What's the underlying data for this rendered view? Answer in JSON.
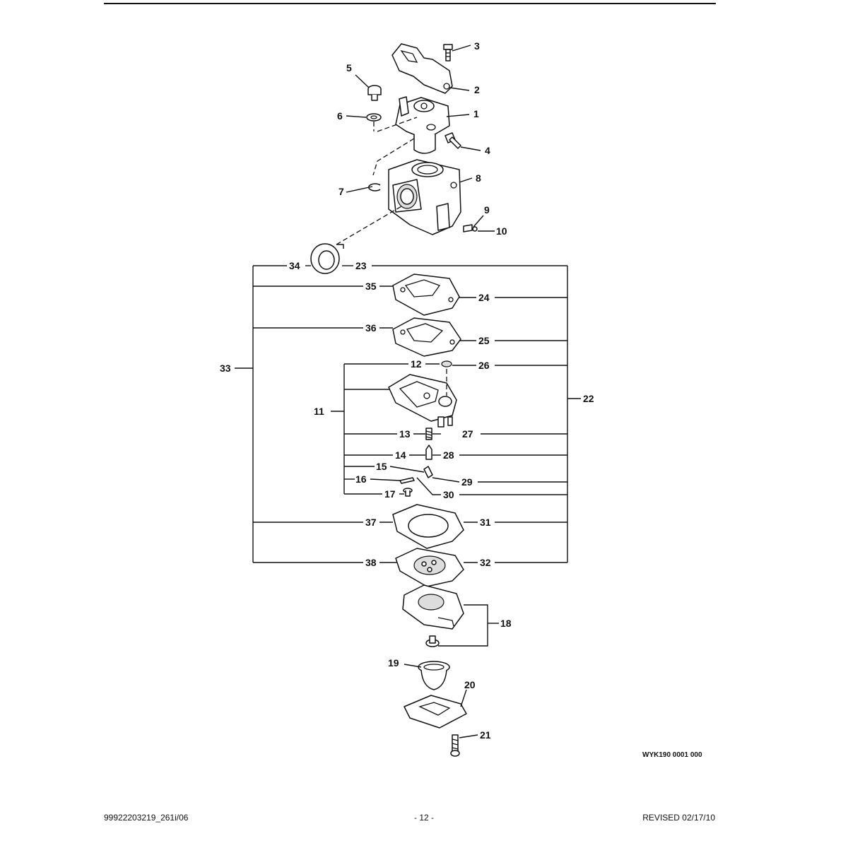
{
  "callouts": {
    "c1": "1",
    "c2": "2",
    "c3": "3",
    "c4": "4",
    "c5": "5",
    "c6": "6",
    "c7": "7",
    "c8": "8",
    "c9": "9",
    "c10": "10",
    "c11": "11",
    "c12": "12",
    "c13": "13",
    "c14": "14",
    "c15": "15",
    "c16": "16",
    "c17": "17",
    "c18": "18",
    "c19": "19",
    "c20": "20",
    "c21": "21",
    "c22": "22",
    "c23": "23",
    "c24": "24",
    "c25": "25",
    "c26": "26",
    "c27": "27",
    "c28": "28",
    "c29": "29",
    "c30": "30",
    "c31": "31",
    "c32": "32",
    "c33": "33",
    "c34": "34",
    "c35": "35",
    "c36": "36",
    "c37": "37",
    "c38": "38"
  },
  "drawing_ref": "WYK190 0001 000",
  "footer": {
    "doc_number": "99922203219_261i/06",
    "page": "- 12 -",
    "revised": "REVISED 02/17/10"
  }
}
